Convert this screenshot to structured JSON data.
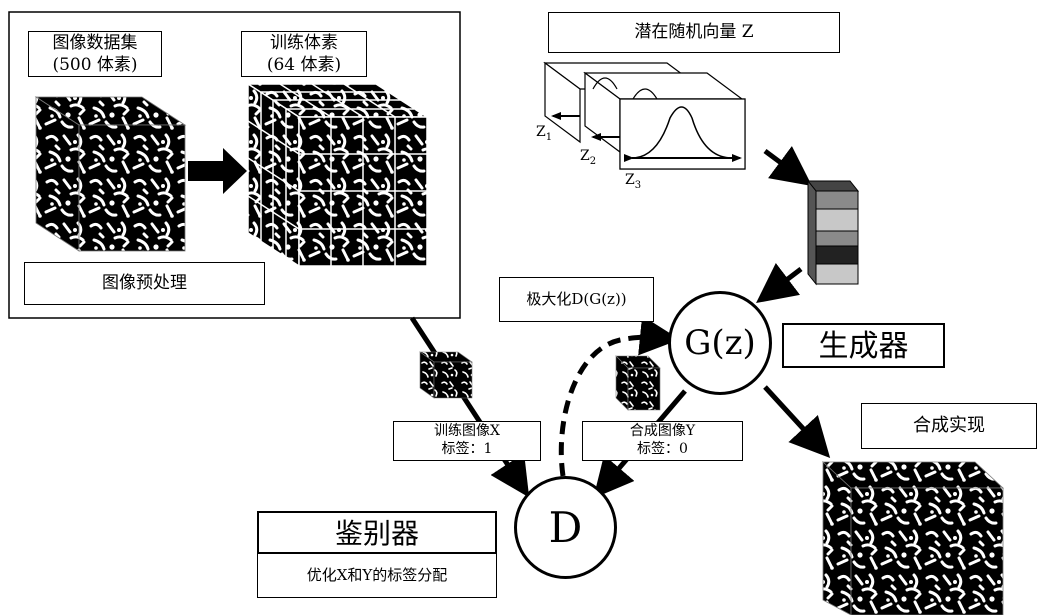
{
  "dataset_box": {
    "line1": "图像数据集",
    "line2": "(500 体素)"
  },
  "training_voxels_box": {
    "line1": "训练体素",
    "line2": "(64 体素)"
  },
  "preprocess_label": "图像预处理",
  "latent_vector_label": "潜在随机向量 Z",
  "latent_axes": {
    "z1": "Z",
    "z1_sub": "1",
    "z2": "Z",
    "z2_sub": "2",
    "z3": "Z",
    "z3_sub": "3"
  },
  "maximize_label": "极大化D(G(z))",
  "generator_node": "G(z)",
  "generator_label": "生成器",
  "discriminator_node": "D",
  "discriminator_label": "鉴别器",
  "discriminator_caption": "优化X和Y的标签分配",
  "training_image_box": {
    "line1": "训练图像X",
    "line2": "标签：1"
  },
  "synthetic_image_box": {
    "line1": "合成图像Y",
    "line2": "标签：0"
  },
  "synthetic_realization_label": "合成实现",
  "colors": {
    "stroke": "#000000",
    "background": "#ffffff",
    "cube_fill": "#000000",
    "noise_light": "#c8c8c8",
    "noise_mid": "#8a8a8a",
    "noise_dark": "#333333"
  }
}
